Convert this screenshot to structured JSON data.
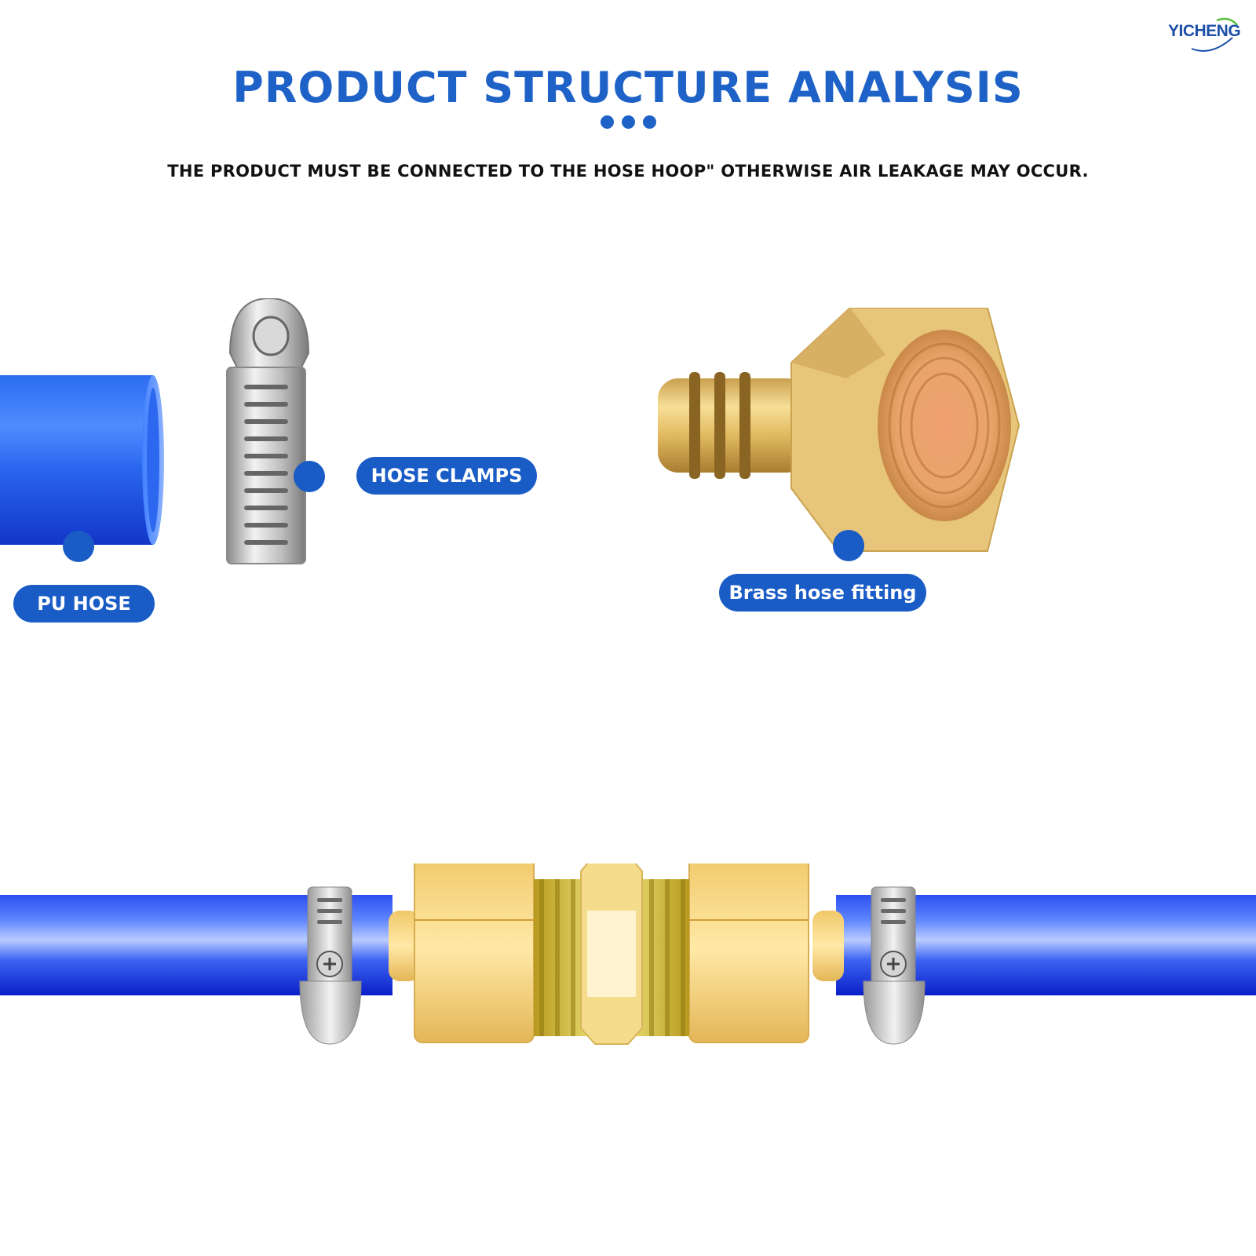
{
  "brand": {
    "logo_text": "YICHENG"
  },
  "header": {
    "title": "PRODUCT STRUCTURE ANALYSIS",
    "subtitle": "THE PRODUCT MUST BE CONNECTED TO THE HOSE HOOP\" OTHERWISE AIR LEAKAGE MAY OCCUR."
  },
  "components": {
    "pu_hose": {
      "label": "PU HOSE",
      "icon": "pu-hose-icon"
    },
    "hose_clamps": {
      "label": "HOSE CLAMPS",
      "icon": "hose-clamp-icon"
    },
    "brass_fitting": {
      "label": "Brass hose fitting",
      "icon": "brass-fitting-icon"
    }
  },
  "colors": {
    "accent": "#1a5cc6",
    "hose_blue": "#1f46e0",
    "brass": "#e8c56a",
    "steel": "#c8c8c8"
  }
}
